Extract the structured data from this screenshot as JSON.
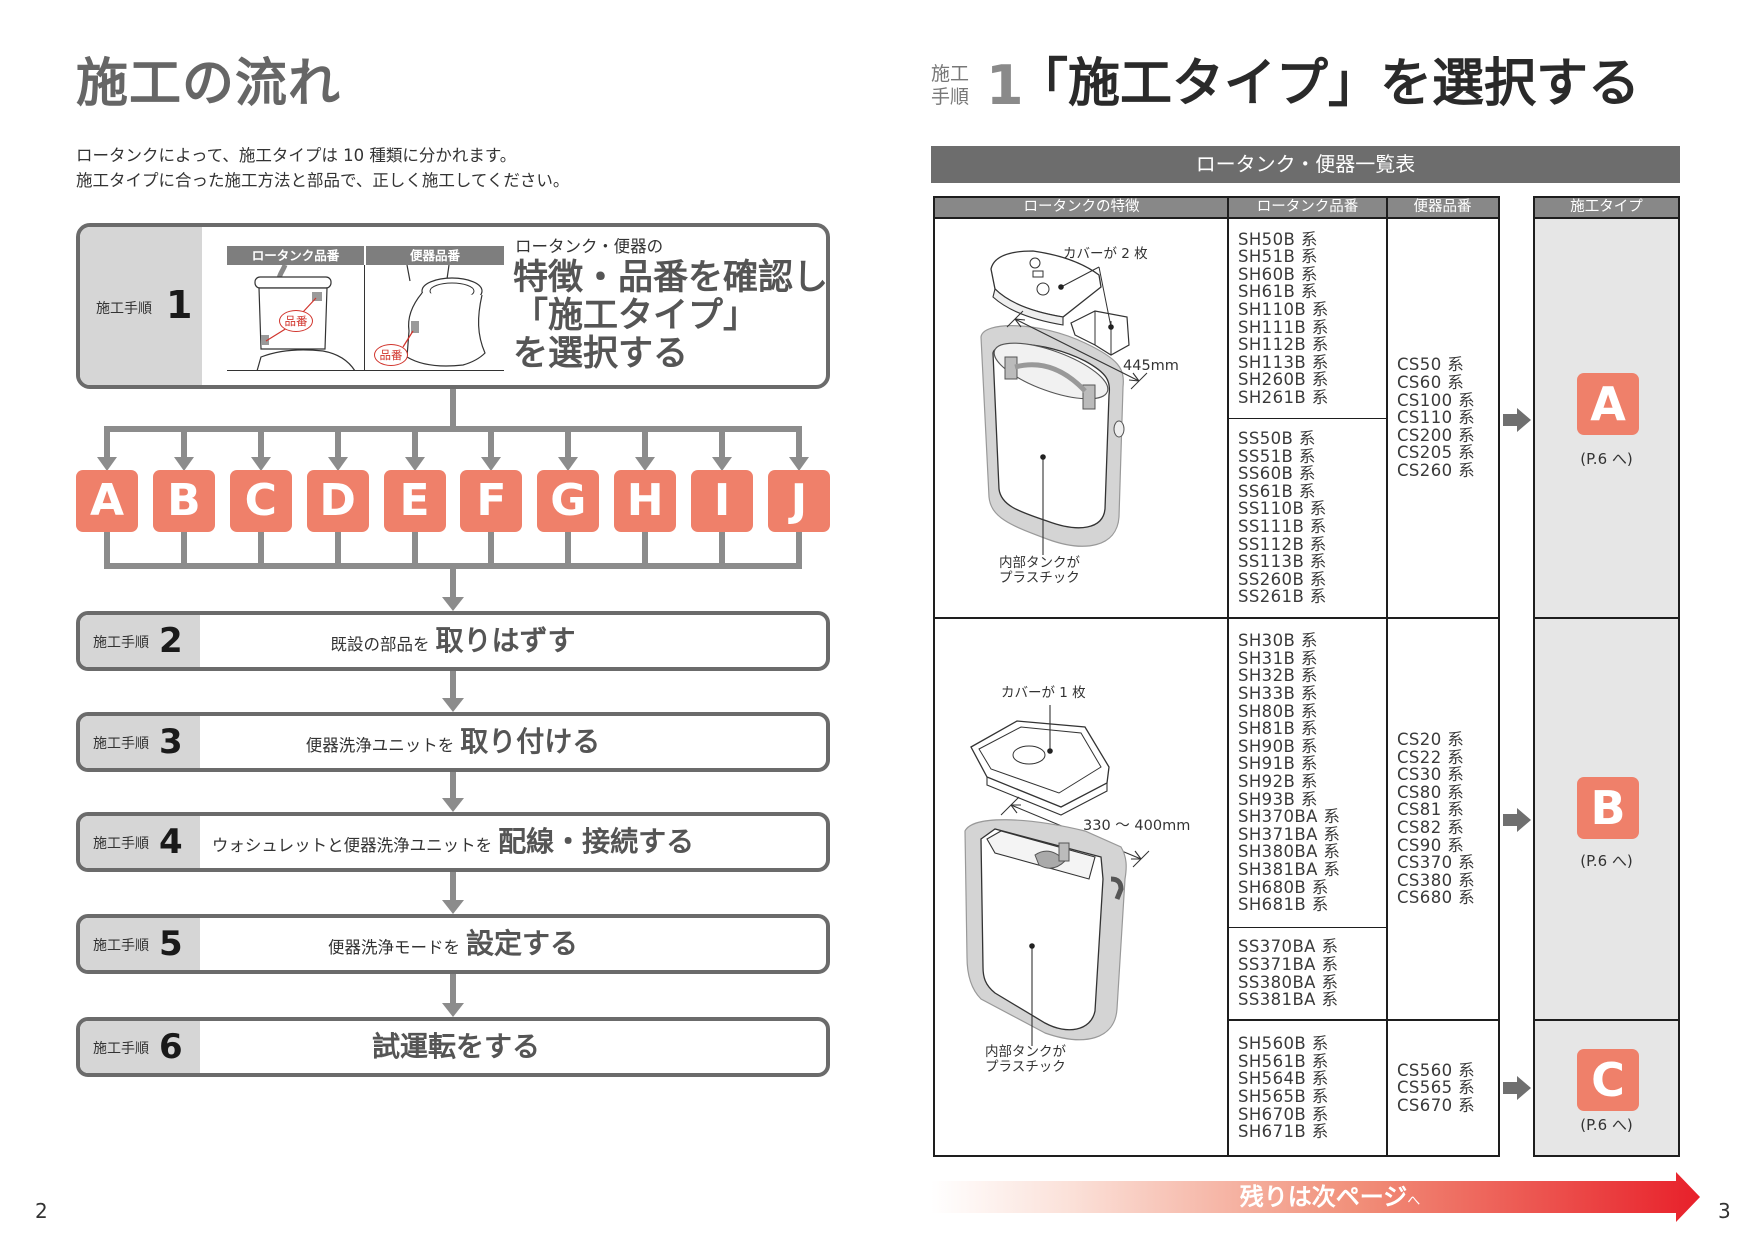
{
  "left_page": {
    "title": "施工の流れ",
    "intro": [
      "ロータンクによって、施工タイプは 10 種類に分かれます。",
      "施工タイプに合った施工方法と部品で、正しく施工してください。"
    ],
    "step1": {
      "label": "施工手順",
      "number": "1",
      "image_headers": [
        "ロータンク品番",
        "便器品番"
      ],
      "callout": "品番",
      "lead": "ロータンク・便器の",
      "heading_lines": [
        "特徴・品番を確認し",
        "「施工タイプ」",
        "を選択する"
      ]
    },
    "flow_types": [
      "A",
      "B",
      "C",
      "D",
      "E",
      "F",
      "G",
      "H",
      "I",
      "J"
    ],
    "steps": [
      {
        "label": "施工手順",
        "number": "2",
        "lead": "既設の部品を",
        "action": "取りはずす"
      },
      {
        "label": "施工手順",
        "number": "3",
        "lead": "便器洗浄ユニットを",
        "action": "取り付ける"
      },
      {
        "label": "施工手順",
        "number": "4",
        "lead": "ウォシュレットと便器洗浄ユニットを",
        "action": "配線・接続する"
      },
      {
        "label": "施工手順",
        "number": "5",
        "lead": "便器洗浄モードを",
        "action": "設定する"
      },
      {
        "label": "施工手順",
        "number": "6",
        "lead": "",
        "action": "試運転をする"
      }
    ],
    "page_number": "2"
  },
  "right_page": {
    "step_label_lines": [
      "施工",
      "手順"
    ],
    "step_number": "1",
    "title": "「施工タイプ」を選択する",
    "table_title": "ロータンク・便器一覧表",
    "columns": [
      "ロータンクの特徴",
      "ロータンク品番",
      "便器品番"
    ],
    "type_column_header": "施工タイプ",
    "features": [
      {
        "cover_label": "カバーが 2 枚",
        "dimension": "445mm",
        "inner_label": [
          "内部タンクが",
          "プラスチック"
        ]
      },
      {
        "cover_label": "カバーが 1 枚",
        "dimension": "330 ～ 400mm",
        "inner_label": [
          "内部タンクが",
          "プラスチック"
        ]
      }
    ],
    "rows": [
      {
        "type": "A",
        "page_ref": "(P.6 へ)",
        "tank_groups": [
          [
            "SH50B 系",
            "SH51B 系",
            "SH60B 系",
            "SH61B 系",
            "SH110B 系",
            "SH111B 系",
            "SH112B 系",
            "SH113B 系",
            "SH260B 系",
            "SH261B 系"
          ],
          [
            "SS50B 系",
            "SS51B 系",
            "SS60B 系",
            "SS61B 系",
            "SS110B 系",
            "SS111B 系",
            "SS112B 系",
            "SS113B 系",
            "SS260B 系",
            "SS261B 系"
          ]
        ],
        "toilets": [
          "CS50 系",
          "CS60 系",
          "CS100 系",
          "CS110 系",
          "CS200 系",
          "CS205 系",
          "CS260 系"
        ]
      },
      {
        "type": "B",
        "page_ref": "(P.6 へ)",
        "tank_groups": [
          [
            "SH30B 系",
            "SH31B 系",
            "SH32B 系",
            "SH33B 系",
            "SH80B 系",
            "SH81B 系",
            "SH90B 系",
            "SH91B 系",
            "SH92B 系",
            "SH93B 系",
            "SH370BA 系",
            "SH371BA 系",
            "SH380BA 系",
            "SH381BA 系",
            "SH680B 系",
            "SH681B 系"
          ],
          [
            "SS370BA 系",
            "SS371BA 系",
            "SS380BA 系",
            "SS381BA 系"
          ]
        ],
        "toilets": [
          "CS20 系",
          "CS22 系",
          "CS30 系",
          "CS80 系",
          "CS81 系",
          "CS82 系",
          "CS90 系",
          "CS370 系",
          "CS380 系",
          "CS680 系"
        ]
      },
      {
        "type": "C",
        "page_ref": "(P.6 へ)",
        "tank_groups": [
          [
            "SH560B 系",
            "SH561B 系",
            "SH564B 系",
            "SH565B 系",
            "SH670B 系",
            "SH671B 系"
          ]
        ],
        "toilets": [
          "CS560 系",
          "CS565 系",
          "CS670 系"
        ]
      }
    ],
    "next_page_banner": {
      "main": "残りは次ページ",
      "suffix": "へ"
    },
    "page_number": "3"
  },
  "colors": {
    "type_badge": "#ef806a",
    "step_border": "#6b6b6b",
    "step_label_bg": "#d6d6d6",
    "connector": "#8c8c8c",
    "table_header": "#888888",
    "banner_end": "#e8202a"
  }
}
